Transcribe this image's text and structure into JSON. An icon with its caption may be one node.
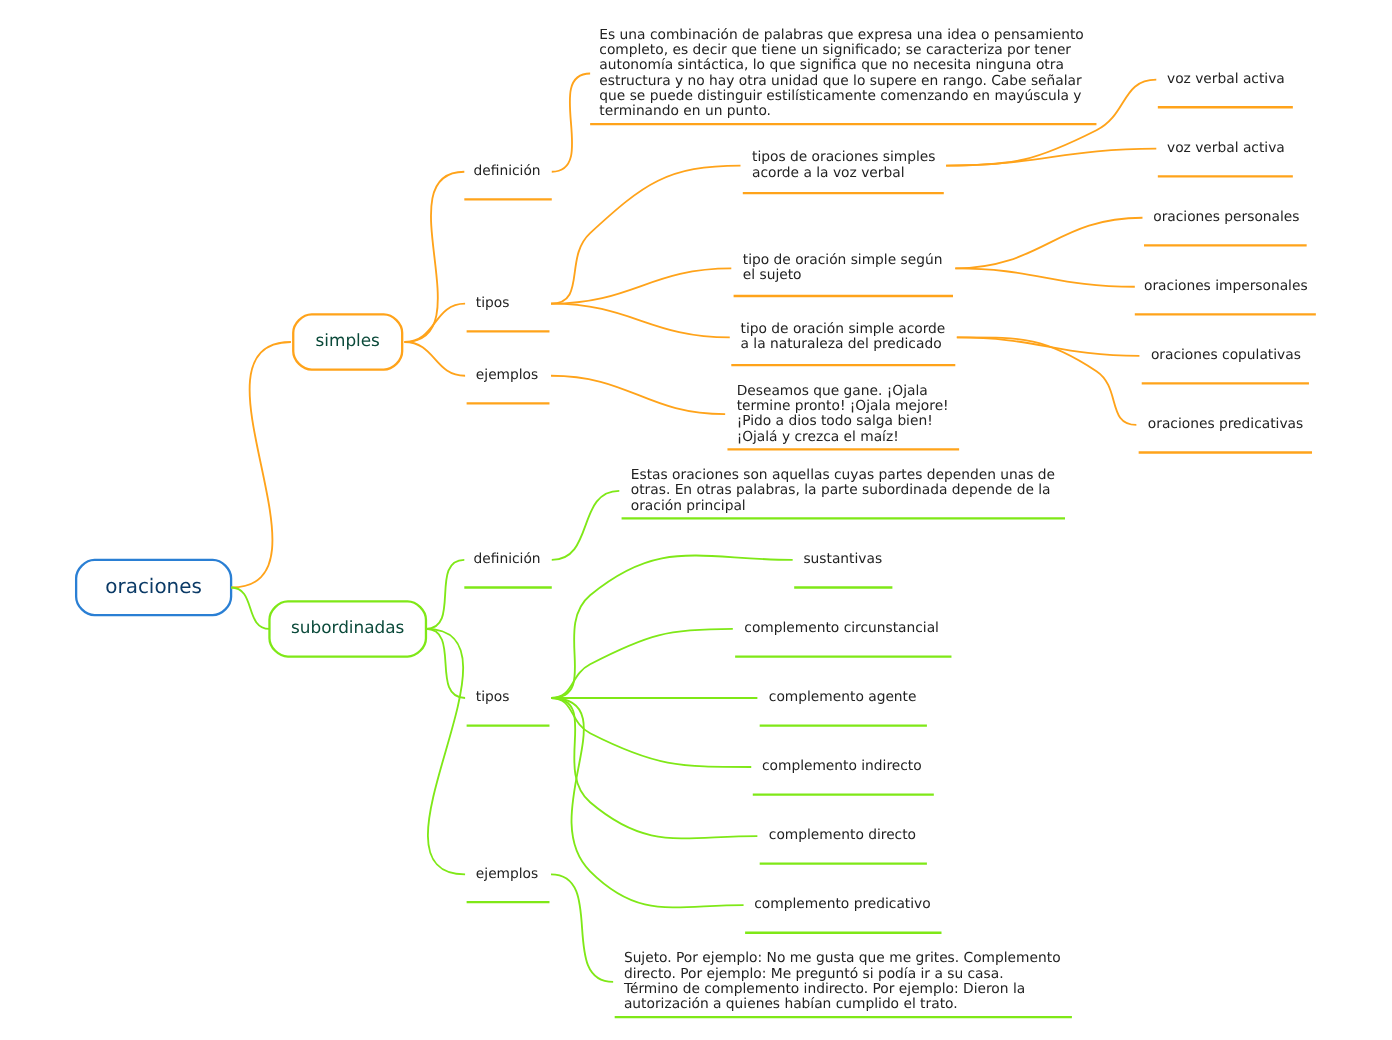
{
  "diagram": {
    "nodes": [
      {
        "text": [
          "oraciones"
        ]
      },
      {
        "text": [
          "simples"
        ]
      },
      {
        "text": [
          "definición"
        ]
      },
      {
        "text": [
          "Es una combinación de palabras que expresa una idea o pensamiento completo, es decir que tiene un significado; se caracteriza por tener autonomía sintáctica, lo que significa que no necesita ninguna otra estructura y no hay otra unidad que lo supere en rango. Cabe señalar que se puede distinguir estilísticamente comenzando en mayúscula y terminando en un punto."
        ]
      },
      {
        "text": [
          "tipos"
        ]
      },
      {
        "text": [
          "tipos de oraciones simples acorde a la voz verbal"
        ]
      },
      {
        "text": [
          "voz verbal activa"
        ]
      },
      {
        "text": [
          "voz verbal activa"
        ]
      },
      {
        "text": [
          "tipo de oración simple según el sujeto"
        ]
      },
      {
        "text": [
          "oraciones personales"
        ]
      },
      {
        "text": [
          "oraciones impersonales"
        ]
      },
      {
        "text": [
          "tipo de oración simple acorde a la naturaleza del predicado"
        ]
      },
      {
        "text": [
          "oraciones copulativas"
        ]
      },
      {
        "text": [
          "oraciones predicativas"
        ]
      },
      {
        "text": [
          "ejemplos"
        ]
      },
      {
        "text": [
          "Deseamos que gane. ¡Ojala termine pronto! ¡Ojala mejore! ¡Pido a dios todo salga bien! ¡Ojalá y crezca el maíz!"
        ]
      },
      {
        "text": [
          "subordinadas"
        ]
      },
      {
        "text": [
          "definición"
        ]
      },
      {
        "text": [
          "Estas oraciones son aquellas cuyas partes dependen unas de otras. En otras palabras, la parte subordinada depende de la oración principal"
        ]
      },
      {
        "text": [
          "tipos"
        ]
      },
      {
        "text": [
          "sustantivas"
        ]
      },
      {
        "text": [
          "complemento circunstancial"
        ]
      },
      {
        "text": [
          "complemento agente"
        ]
      },
      {
        "text": [
          "complemento indirecto"
        ]
      },
      {
        "text": [
          "complemento directo"
        ]
      },
      {
        "text": [
          "complemento predicativo"
        ]
      },
      {
        "text": [
          "ejemplos"
        ]
      },
      {
        "text": [
          "Sujeto. Por ejemplo: No me gusta que me grites. Complemento directo. Por ejemplo: Me preguntó si podía ir a su casa. Término de complemento indirecto. Por ejemplo: Dieron la autorización a quienes habían cumplido el trato."
        ]
      }
    ],
    "edges": [
      {
        "from": 0,
        "to": 1,
        "arrow": "none"
      },
      {
        "from": 1,
        "to": 2,
        "arrow": "none"
      },
      {
        "from": 2,
        "to": 3,
        "arrow": "none"
      },
      {
        "from": 1,
        "to": 4,
        "arrow": "none"
      },
      {
        "from": 4,
        "to": 5,
        "arrow": "none"
      },
      {
        "from": 5,
        "to": 6,
        "arrow": "none"
      },
      {
        "from": 5,
        "to": 7,
        "arrow": "none"
      },
      {
        "from": 4,
        "to": 8,
        "arrow": "none"
      },
      {
        "from": 8,
        "to": 9,
        "arrow": "none"
      },
      {
        "from": 8,
        "to": 10,
        "arrow": "none"
      },
      {
        "from": 4,
        "to": 11,
        "arrow": "none"
      },
      {
        "from": 11,
        "to": 12,
        "arrow": "none"
      },
      {
        "from": 11,
        "to": 13,
        "arrow": "none"
      },
      {
        "from": 1,
        "to": 14,
        "arrow": "none"
      },
      {
        "from": 14,
        "to": 15,
        "arrow": "none"
      },
      {
        "from": 0,
        "to": 16,
        "arrow": "none",
        "color": "#7fe817"
      },
      {
        "from": 16,
        "to": 17,
        "arrow": "none",
        "color": "#7fe817"
      },
      {
        "from": 17,
        "to": 18,
        "arrow": "none",
        "color": "#7fe817"
      },
      {
        "from": 16,
        "to": 19,
        "arrow": "none",
        "color": "#7fe817"
      },
      {
        "from": 19,
        "to": 20,
        "arrow": "none",
        "color": "#7fe817"
      },
      {
        "from": 19,
        "to": 21,
        "arrow": "none",
        "color": "#7fe817"
      },
      {
        "from": 19,
        "to": 22,
        "arrow": "none",
        "color": "#7fe817"
      },
      {
        "from": 19,
        "to": 23,
        "arrow": "none",
        "color": "#7fe817"
      },
      {
        "from": 19,
        "to": 24,
        "arrow": "none",
        "color": "#7fe817"
      },
      {
        "from": 19,
        "to": 25,
        "arrow": "none",
        "color": "#7fe817"
      },
      {
        "from": 16,
        "to": 26,
        "arrow": "none",
        "color": "#7fe817"
      },
      {
        "from": 26,
        "to": 27,
        "arrow": "none",
        "color": "#7fe817"
      }
    ]
  }
}
